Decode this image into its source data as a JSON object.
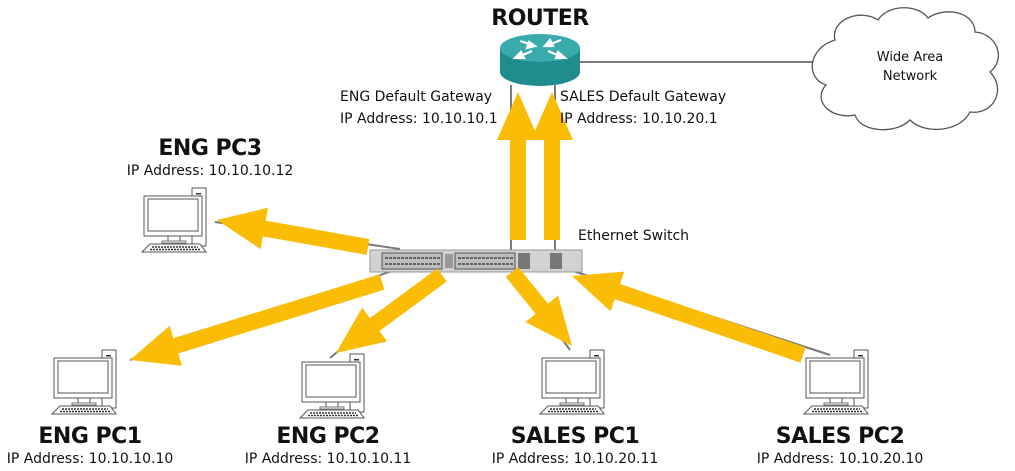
{
  "router": {
    "title": "ROUTER",
    "icon": "router-icon",
    "color": "#2a9a9c"
  },
  "eng_gateway": {
    "line1": "ENG Default Gateway",
    "line2": "IP Address: 10.10.10.1"
  },
  "sales_gateway": {
    "line1": "SALES Default Gateway",
    "line2": "IP Address: 10.10.20.1"
  },
  "wan": {
    "line1": "Wide Area",
    "line2": "Network",
    "icon": "cloud-icon"
  },
  "switch": {
    "label": "Ethernet Switch",
    "icon": "switch-icon"
  },
  "pcs": [
    {
      "name": "ENG PC3",
      "ip": "IP Address: 10.10.10.12"
    },
    {
      "name": "ENG PC1",
      "ip": "IP Address: 10.10.10.10"
    },
    {
      "name": "ENG PC2",
      "ip": "IP Address: 10.10.10.11"
    },
    {
      "name": "SALES PC1",
      "ip": "IP Address: 10.10.20.11"
    },
    {
      "name": "SALES PC2",
      "ip": "IP Address: 10.10.20.10"
    }
  ],
  "colors": {
    "arrow": "#fbbc05",
    "link": "#7a7a7a"
  }
}
